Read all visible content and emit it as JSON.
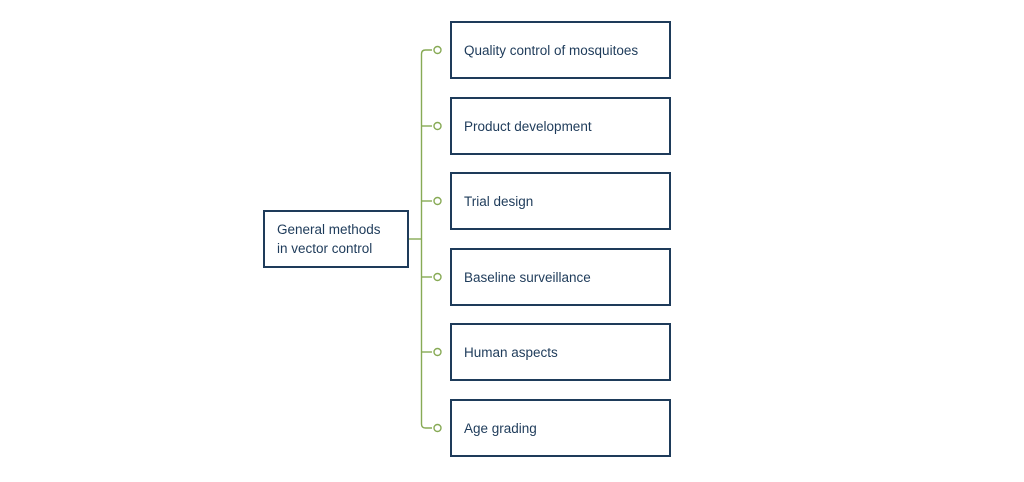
{
  "diagram": {
    "root": {
      "label_lines": [
        "General methods",
        "in vector control"
      ]
    },
    "children": [
      {
        "label": "Quality control of mosquitoes"
      },
      {
        "label": "Product development"
      },
      {
        "label": "Trial design"
      },
      {
        "label": "Baseline surveillance"
      },
      {
        "label": "Human aspects"
      },
      {
        "label": "Age grading"
      }
    ],
    "colors": {
      "box_border": "#1e3b5a",
      "text": "#1e3b5a",
      "connector": "#87aa55",
      "background": "#ffffff"
    }
  }
}
